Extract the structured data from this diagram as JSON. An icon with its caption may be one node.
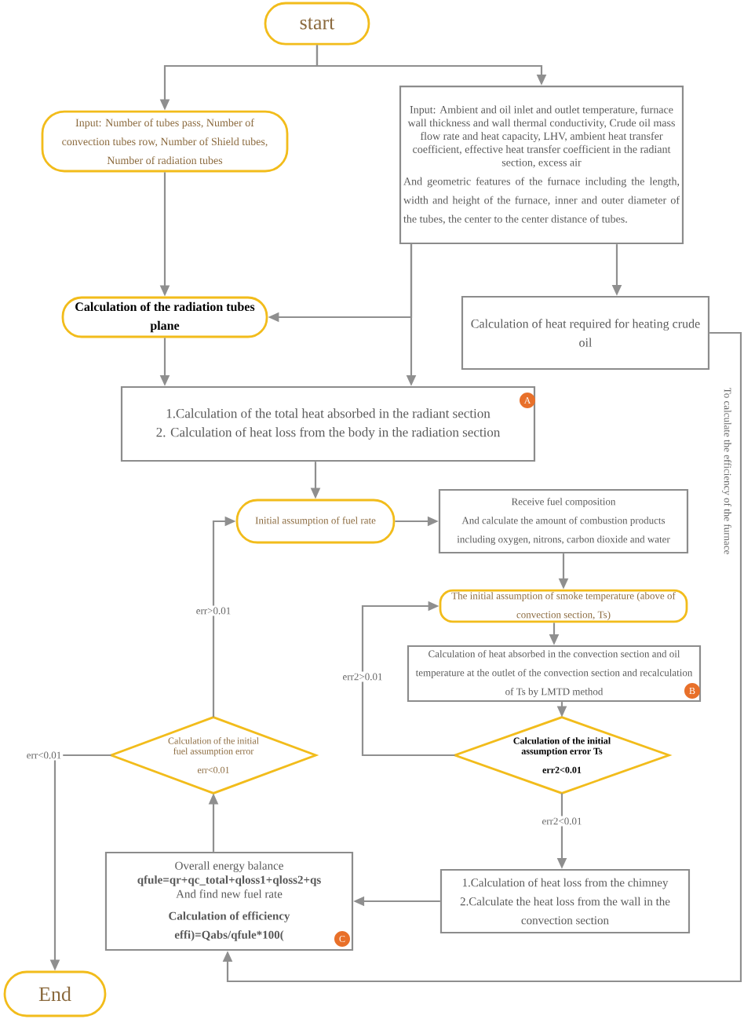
{
  "diagram": {
    "nodes": [
      {
        "text": [
          "start"
        ]
      },
      {
        "text": [
          "Input: Number of tubes pass, Number of convection tubes row, Number of Shield tubes, Number of radiation tubes"
        ]
      },
      {
        "text": [
          "Input: Ambient and oil inlet and outlet temperature, furnace wall thickness and wall thermal conductivity, Crude oil mass flow rate and heat capacity, LHV, ambient heat transfer coefficient, effective heat transfer coefficient in the radiant section, excess air",
          "And geometric features of the furnace including the length, width and height of the furnace, inner and outer diameter of the tubes, the center to the center distance of tubes."
        ]
      },
      {
        "text": [
          "Calculation of the radiation tubes plane"
        ]
      },
      {
        "text": [
          "Calculation of heat required for heating crude oil"
        ]
      },
      {
        "text": [
          "1.Calculation of the total heat absorbed in the radiant section",
          "2. Calculation of heat loss from the body in the radiation section"
        ]
      },
      {
        "text": [
          "Initial assumption of fuel rate"
        ]
      },
      {
        "text": [
          "Receive fuel composition",
          "And calculate the amount of combustion products including oxygen, nitrons, carbon dioxide and water"
        ]
      },
      {
        "text": [
          "The initial assumption of smoke temperature (above of convection section, Ts)"
        ]
      },
      {
        "text": [
          "Calculation of heat absorbed in the convection section and oil temperature at the outlet of the convection section and recalculation of Ts by LMTD method"
        ]
      },
      {
        "text": [
          "Calculation of the initial assumption error Ts",
          "err2<0.01"
        ]
      },
      {
        "text": [
          "Calculation of the initial fuel assumption error",
          "err<0.01"
        ]
      },
      {
        "text": [
          "1.Calculation of heat loss from the chimney",
          "2.Calculate the heat loss from the wall in the convection section"
        ]
      },
      {
        "text": [
          "Overall energy balance",
          "qfule=qr+qc_total+qloss1+qloss2+qs",
          "And find new fuel rate",
          "Calculation of efficiency",
          "effi)=Qabs/qfule*100("
        ]
      },
      {
        "text": [
          "End"
        ]
      }
    ],
    "edges": [
      {
        "from": 0,
        "to": 1,
        "arrow": "to"
      },
      {
        "from": 0,
        "to": 2,
        "arrow": "to"
      },
      {
        "from": 1,
        "to": 3,
        "arrow": "to"
      },
      {
        "from": 2,
        "to": 3,
        "arrow": "to"
      },
      {
        "from": 2,
        "to": 5,
        "arrow": "to"
      },
      {
        "from": 2,
        "to": 4,
        "arrow": "to"
      },
      {
        "from": 3,
        "to": 5,
        "arrow": "to"
      },
      {
        "from": 4,
        "to": 13,
        "arrow": "to",
        "label": "To calculate the efficiency of the furnace"
      },
      {
        "from": 5,
        "to": 6,
        "arrow": "to"
      },
      {
        "from": 6,
        "to": 7,
        "arrow": "to"
      },
      {
        "from": 7,
        "to": 8,
        "arrow": "to"
      },
      {
        "from": 8,
        "to": 9,
        "arrow": "to"
      },
      {
        "from": 9,
        "to": 10,
        "arrow": "to"
      },
      {
        "from": 10,
        "to": 8,
        "arrow": "to",
        "label": "err2>0.01"
      },
      {
        "from": 10,
        "to": 12,
        "arrow": "to",
        "label": "err2<0.01"
      },
      {
        "from": 12,
        "to": 13,
        "arrow": "to"
      },
      {
        "from": 13,
        "to": 11,
        "arrow": "to"
      },
      {
        "from": 11,
        "to": 6,
        "arrow": "to",
        "label": "err>0.01"
      },
      {
        "from": 11,
        "to": 14,
        "arrow": "to",
        "label": "err<0.01"
      }
    ],
    "labels": [
      "A",
      "B",
      "C"
    ]
  }
}
